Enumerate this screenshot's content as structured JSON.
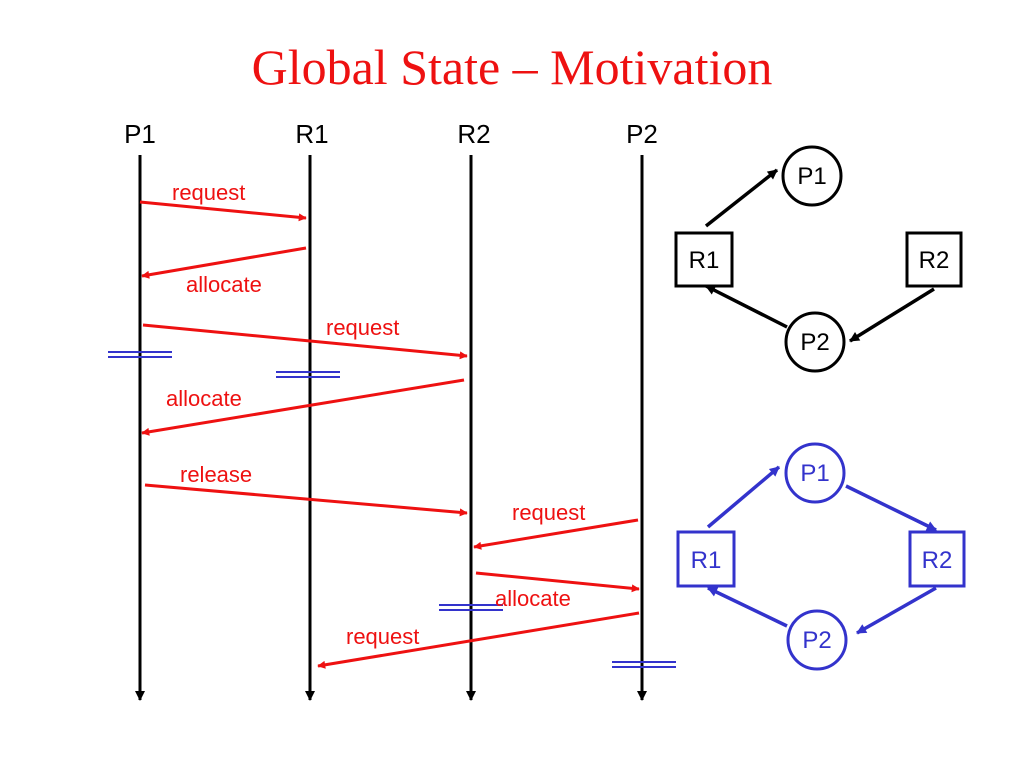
{
  "title": "Global State – Motivation",
  "colors": {
    "title": "#ee1111",
    "message": "#ee1111",
    "timeline": "#000000",
    "cut": "#3333cc",
    "graph_top": "#000000",
    "graph_bottom": "#3333cc"
  },
  "processes": [
    {
      "id": "p1",
      "label": "P1"
    },
    {
      "id": "r1",
      "label": "R1"
    },
    {
      "id": "r2",
      "label": "R2"
    },
    {
      "id": "p2",
      "label": "P2"
    }
  ],
  "messages": [
    {
      "label": "request"
    },
    {
      "label": "allocate"
    },
    {
      "label": "request"
    },
    {
      "label": "allocate"
    },
    {
      "label": "release"
    },
    {
      "label": "request"
    },
    {
      "label": "allocate"
    },
    {
      "label": "request"
    }
  ],
  "graphs": [
    {
      "nodes": [
        {
          "id": "P1",
          "label": "P1",
          "shape": "circle"
        },
        {
          "id": "R1",
          "label": "R1",
          "shape": "square"
        },
        {
          "id": "R2",
          "label": "R2",
          "shape": "square"
        },
        {
          "id": "P2",
          "label": "P2",
          "shape": "circle"
        }
      ],
      "edges": [
        {
          "from": "R1",
          "to": "P1"
        },
        {
          "from": "R2",
          "to": "P2"
        },
        {
          "from": "P2",
          "to": "R1"
        }
      ]
    },
    {
      "nodes": [
        {
          "id": "P1",
          "label": "P1",
          "shape": "circle"
        },
        {
          "id": "R1",
          "label": "R1",
          "shape": "square"
        },
        {
          "id": "R2",
          "label": "R2",
          "shape": "square"
        },
        {
          "id": "P2",
          "label": "P2",
          "shape": "circle"
        }
      ],
      "edges": [
        {
          "from": "R1",
          "to": "P1"
        },
        {
          "from": "P1",
          "to": "R2"
        },
        {
          "from": "R2",
          "to": "P2"
        },
        {
          "from": "P2",
          "to": "R1"
        }
      ]
    }
  ]
}
